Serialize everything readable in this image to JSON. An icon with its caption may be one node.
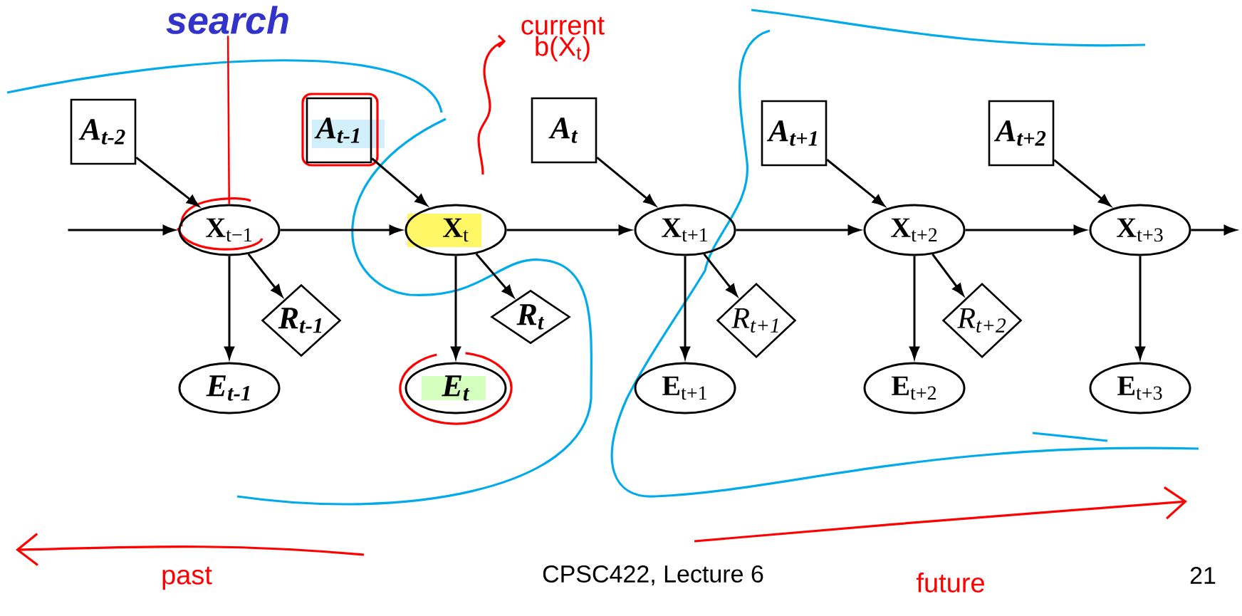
{
  "diagram": {
    "nodes": [
      {
        "text": [
          "A$_{t-2}$"
        ]
      },
      {
        "text": [
          "A$_{t-1}$"
        ]
      },
      {
        "text": [
          "A$_{t}$"
        ]
      },
      {
        "text": [
          "A$_{t+1}$"
        ]
      },
      {
        "text": [
          "A$_{t+2}$"
        ]
      },
      {
        "text": [
          "**X**$_{t−1}$"
        ]
      },
      {
        "text": [
          "**X**$_{t}$"
        ]
      },
      {
        "text": [
          "**X**$_{t+1}$"
        ]
      },
      {
        "text": [
          "**X**$_{t+2}$"
        ]
      },
      {
        "text": [
          "**X**$_{t+3}$"
        ]
      },
      {
        "text": [
          "R$_{t-1}$"
        ]
      },
      {
        "text": [
          "R$_{t}$"
        ]
      },
      {
        "text": [
          "R$_{t+1}$"
        ]
      },
      {
        "text": [
          "R$_{t+2}$"
        ]
      },
      {
        "text": [
          "E$_{t-1}$"
        ]
      },
      {
        "text": [
          "E$_{t}$"
        ]
      },
      {
        "text": [
          "**E**$_{t+1}$"
        ]
      },
      {
        "text": [
          "**E**$_{t+2}$"
        ]
      },
      {
        "text": [
          "**E**$_{t+3}$"
        ]
      },
      {
        "text": [
          "search"
        ]
      }
    ],
    "edges": [
      {
        "from": null,
        "to": 5,
        "arrow": "to"
      },
      {
        "from": 5,
        "to": 6,
        "arrow": "to"
      },
      {
        "from": 6,
        "to": 7,
        "arrow": "to"
      },
      {
        "from": 7,
        "to": 8,
        "arrow": "to"
      },
      {
        "from": 8,
        "to": 9,
        "arrow": "to"
      },
      {
        "from": 9,
        "to": null,
        "arrow": "to"
      },
      {
        "from": 0,
        "to": 5,
        "arrow": "to"
      },
      {
        "from": 1,
        "to": 6,
        "arrow": "to"
      },
      {
        "from": 2,
        "to": 7,
        "arrow": "to"
      },
      {
        "from": 3,
        "to": 8,
        "arrow": "to"
      },
      {
        "from": 4,
        "to": 9,
        "arrow": "to"
      },
      {
        "from": 5,
        "to": 10,
        "arrow": "to"
      },
      {
        "from": 6,
        "to": 11,
        "arrow": "to"
      },
      {
        "from": 7,
        "to": 12,
        "arrow": "to"
      },
      {
        "from": 8,
        "to": 13,
        "arrow": "to"
      },
      {
        "from": 5,
        "to": 14,
        "arrow": "to"
      },
      {
        "from": 6,
        "to": 15,
        "arrow": "to"
      },
      {
        "from": 7,
        "to": 16,
        "arrow": "to"
      },
      {
        "from": 8,
        "to": 17,
        "arrow": "to"
      },
      {
        "from": 9,
        "to": 18,
        "arrow": "to"
      },
      {
        "from": 19,
        "to": 5,
        "arrow": "none",
        "color": "#ff0000"
      }
    ],
    "labels": [
      "current b(X$_{t}$)",
      "past",
      "CPSC422, Lecture 6",
      "future",
      "21"
    ]
  }
}
